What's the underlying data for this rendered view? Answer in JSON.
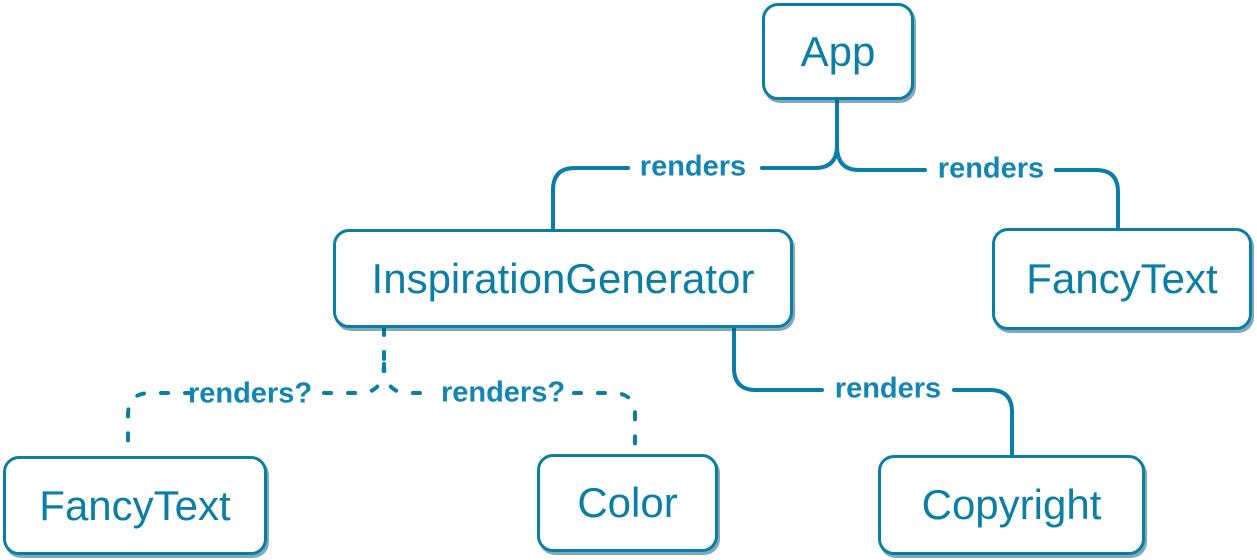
{
  "colors": {
    "accent": "#0a7ea4",
    "node_text": "#0b7ea6",
    "edge_label": "#1285b2",
    "node_shadow": "rgba(6,84,112,0.5)",
    "background": "#ffffff"
  },
  "nodes": {
    "app": {
      "label": "App"
    },
    "inspiration_generator": {
      "label": "InspirationGenerator"
    },
    "fancy_text_top": {
      "label": "FancyText"
    },
    "fancy_text_bottom": {
      "label": "FancyText"
    },
    "color": {
      "label": "Color"
    },
    "copyright": {
      "label": "Copyright"
    }
  },
  "edges": {
    "app_to_inspiration_generator": {
      "label": "renders",
      "line_style": "solid"
    },
    "app_to_fancy_text": {
      "label": "renders",
      "line_style": "solid"
    },
    "inspiration_generator_to_fancy_text": {
      "label": "renders?",
      "line_style": "dashed"
    },
    "inspiration_generator_to_color": {
      "label": "renders?",
      "line_style": "dashed"
    },
    "inspiration_generator_to_copyright": {
      "label": "renders",
      "line_style": "solid"
    }
  }
}
